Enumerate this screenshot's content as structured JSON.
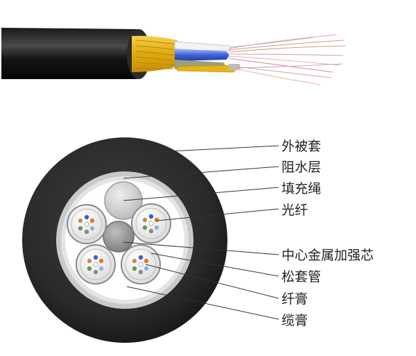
{
  "diagram": {
    "labels": [
      {
        "id": "outer_sheath",
        "text": "外被套"
      },
      {
        "id": "water_block_layer",
        "text": "阻水层"
      },
      {
        "id": "filler_rope",
        "text": "填充绳"
      },
      {
        "id": "optical_fiber",
        "text": "光纤"
      },
      {
        "id": "central_strength_member",
        "text": "中心金属加强芯"
      },
      {
        "id": "loose_tube",
        "text": "松套管"
      },
      {
        "id": "fiber_gel",
        "text": "纤膏"
      },
      {
        "id": "cable_gel",
        "text": "缆膏"
      }
    ]
  }
}
